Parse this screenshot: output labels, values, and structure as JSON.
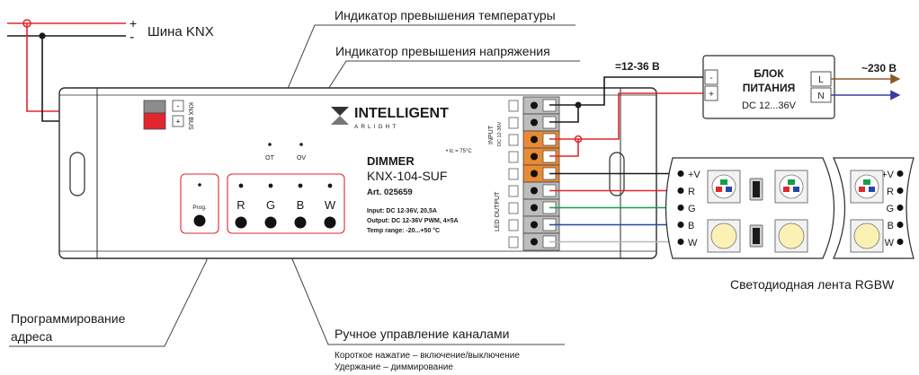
{
  "bus": {
    "plus": "+",
    "minus": "-",
    "label": "Шина KNX"
  },
  "callouts": {
    "ot_title": "Индикатор превышения температуры",
    "ov_title": "Индикатор превышения напряжения",
    "prog_title_1": "Программирование",
    "prog_title_2": "адреса",
    "manual_title": "Ручное управление каналами",
    "manual_desc_1": "Короткое нажатие – включение/выключение",
    "manual_desc_2": "Удержание – диммирование"
  },
  "device": {
    "brand": "INTELLIGENT",
    "brand_sub": "ARLIGHT",
    "type": "DIMMER",
    "model": "KNX-104-SUF",
    "art": "Art. 025659",
    "tc": "• tc = 75°C",
    "spec_input": "Input: DC 12-36V, 20,5A",
    "spec_output": "Output: DC 12-36V PWM, 4×5A",
    "spec_temp": "Temp range: -20...+50 °C",
    "knx_bus_label": "KNX BUS",
    "knx_minus": "-",
    "knx_plus": "+",
    "ind_ot": "OT",
    "ind_ov": "OV",
    "prog_label": "Prog.",
    "channels": [
      "R",
      "G",
      "B",
      "W"
    ],
    "input_label": "INPUT",
    "input_sub": "DC 12-36V",
    "led_output_label": "LED OUTPUT"
  },
  "psu": {
    "voltage": "=12-36 В",
    "title_1": "БЛОК",
    "title_2": "ПИТАНИЯ",
    "rating": "DC 12...36V",
    "minus": "-",
    "plus": "+",
    "l": "L",
    "n": "N",
    "mains": "~230 В"
  },
  "strip": {
    "title": "Светодиодная лента RGBW",
    "pins": [
      "+V",
      "R",
      "G",
      "B",
      "W"
    ]
  },
  "colors": {
    "red": "#e3262d",
    "green": "#12a04a",
    "blue": "#2846a8",
    "gray": "#b8b8b8",
    "orange": "#e98a35",
    "mains_brown": "#8b5a2b",
    "mains_blue": "#3a3aa6"
  }
}
